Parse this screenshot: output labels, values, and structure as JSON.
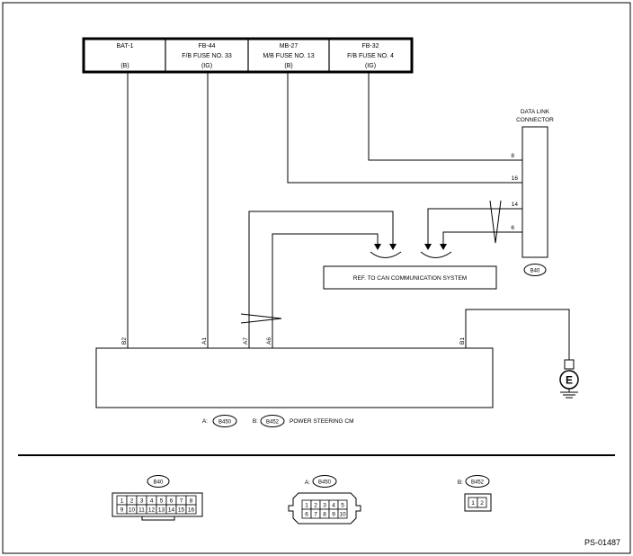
{
  "fuses": [
    {
      "name": "BAT-1",
      "line2": "",
      "type": "(B)"
    },
    {
      "name": "FB-44",
      "line2": "F/B FUSE NO. 33",
      "type": "(IG)"
    },
    {
      "name": "MB-27",
      "line2": "M/B FUSE NO. 13",
      "type": "(B)"
    },
    {
      "name": "FB-32",
      "line2": "F/B FUSE NO. 4",
      "type": "(IG)"
    }
  ],
  "dlc": {
    "title_line1": "DATA LINK",
    "title_line2": "CONNECTOR",
    "pins": [
      "8",
      "16",
      "14",
      "6"
    ],
    "connector": "B40"
  },
  "can_ref": "REF. TO CAN COMMUNICATION SYSTEM",
  "cm": {
    "pins": [
      "B2",
      "A1",
      "A7",
      "A6",
      "B1"
    ],
    "caption": {
      "a_prefix": "A:",
      "a_connector": "B450",
      "b_prefix": "B:",
      "b_connector": "B452",
      "name": "POWER STEERING CM"
    }
  },
  "ground_symbol": "E",
  "connector_views": {
    "b40": {
      "label": "B40",
      "row1": [
        "1",
        "2",
        "3",
        "4",
        "5",
        "6",
        "7",
        "8"
      ],
      "row2": [
        "9",
        "10",
        "11",
        "12",
        "13",
        "14",
        "15",
        "16"
      ]
    },
    "b450": {
      "prefix": "A:",
      "label": "B450",
      "row1": [
        "1",
        "2",
        "3",
        "4",
        "5"
      ],
      "row2": [
        "6",
        "7",
        "8",
        "9",
        "10"
      ]
    },
    "b452": {
      "prefix": "B:",
      "label": "B452",
      "row1": [
        "1",
        "2"
      ]
    }
  },
  "figure_id": "PS-01487"
}
